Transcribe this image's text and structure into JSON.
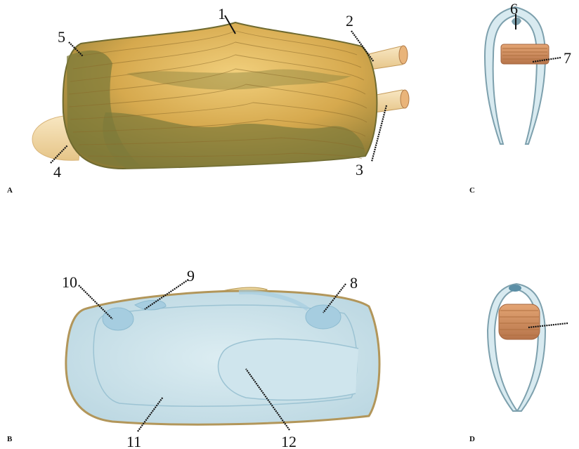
{
  "panels": {
    "a": "A",
    "b": "B",
    "c": "C",
    "d": "D"
  },
  "labels": [
    "1",
    "2",
    "3",
    "4",
    "5",
    "6",
    "7",
    "8",
    "9",
    "10",
    "11",
    "12"
  ],
  "colors": {
    "shell_exterior": "#c9a047",
    "shell_periostracum": "#7a7a38",
    "siphon": "#f3dcae",
    "shell_interior": "#cfe6ee",
    "scar": "#a9d0e2",
    "ligament": "#c8875a",
    "section_outline": "#7da0ad"
  }
}
